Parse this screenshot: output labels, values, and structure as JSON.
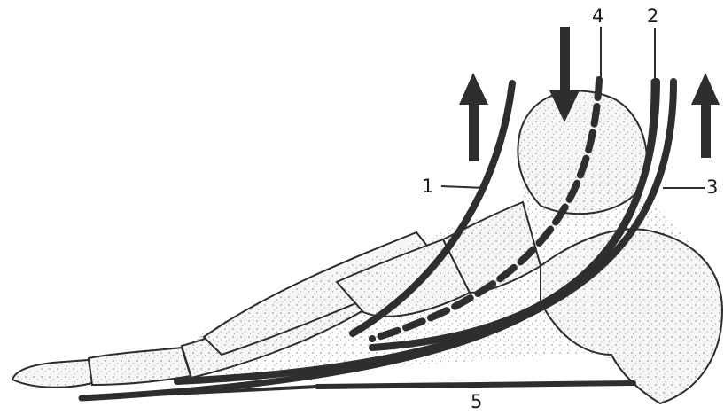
{
  "labels": {
    "one": "1",
    "two": "2",
    "three": "3",
    "four": "4",
    "five": "5"
  },
  "arrows": {
    "left_up": "up",
    "middle_down": "down",
    "right_up": "up"
  },
  "colors": {
    "ink": "#2e2e2e",
    "bone_fill": "#f6f6f4",
    "background": "#ffffff"
  }
}
